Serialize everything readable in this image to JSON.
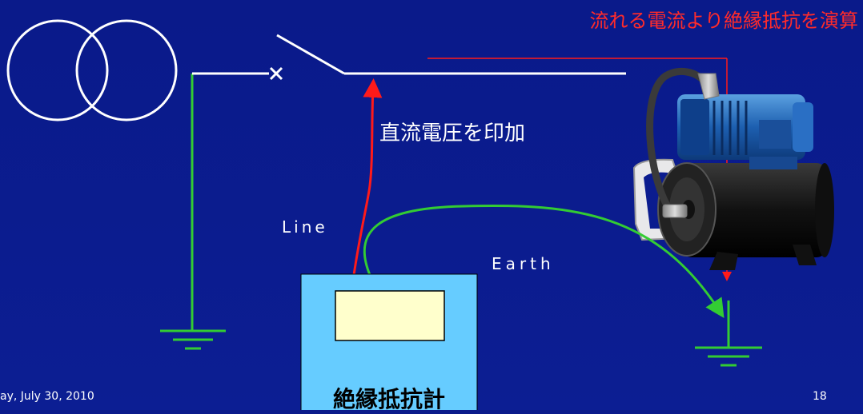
{
  "slide": {
    "title": "流れる電流より絶縁抵抗を演算",
    "apply_label": "直流電圧を印加",
    "line_label": "Line",
    "earth_label": "Earth",
    "meter_label": "絶縁抵抗計",
    "footer_date": "ay, July 30, 2010",
    "page_number": "18"
  },
  "colors": {
    "background": "#0b1c8f",
    "wire": "#ffffff",
    "ground": "#33cc33",
    "line_lead": "#ff1a1a",
    "title": "#ff2b2b",
    "label_text": "#ffffff",
    "meter_body": "#66ccff",
    "meter_display": "#ffffcc"
  }
}
